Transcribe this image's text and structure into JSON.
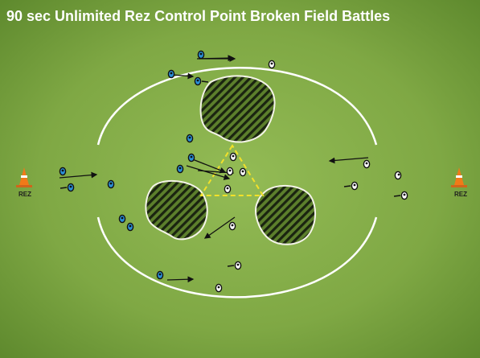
{
  "title": "90 sec Unlimited Rez Control Point Broken Field Battles",
  "rez_left_label": "REZ",
  "rez_right_label": "REZ",
  "colors": {
    "field_light": "#8db44f",
    "field_dark": "#5f8a2e",
    "boundary": "#ffffff",
    "control_triangle": "#f2e12a",
    "obstacle_fill": "#5c7f2c",
    "obstacle_hatch": "#1a2410",
    "cone_orange": "#f07a18",
    "team_blue": "#2a8fd6",
    "team_white": "#ffffff"
  },
  "legend_icons": {
    "cone": "traffic-cone-icon",
    "blue_player": "blue-team-player-icon",
    "white_player": "white-team-player-icon",
    "weapon": "sword-icon",
    "movement": "movement-arrow-icon"
  }
}
